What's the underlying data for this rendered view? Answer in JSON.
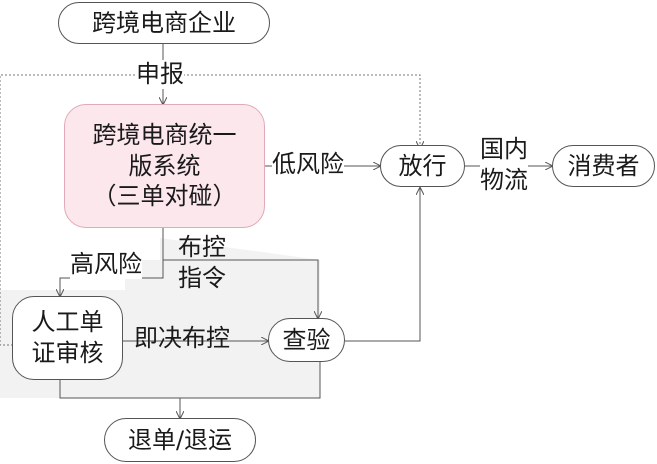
{
  "nodes": {
    "enterprise": "跨境电商企业",
    "system": "跨境电商统一\n版系统\n（三单对碰）",
    "release": "放行",
    "consumer": "消费者",
    "manual_review": "人工单\n证审核",
    "inspection": "查验",
    "return": "退单/退运"
  },
  "edges": {
    "declare": "申报",
    "low_risk": "低风险",
    "domestic_logistics": "国内\n物流",
    "high_risk": "高风险",
    "control_order": "布控\n指令",
    "immediate_control": "即决布控"
  },
  "colors": {
    "system_fill": "#fbe7ec",
    "system_border": "#e0aab8",
    "panel": "#f2f2f2",
    "line": "#555555"
  }
}
